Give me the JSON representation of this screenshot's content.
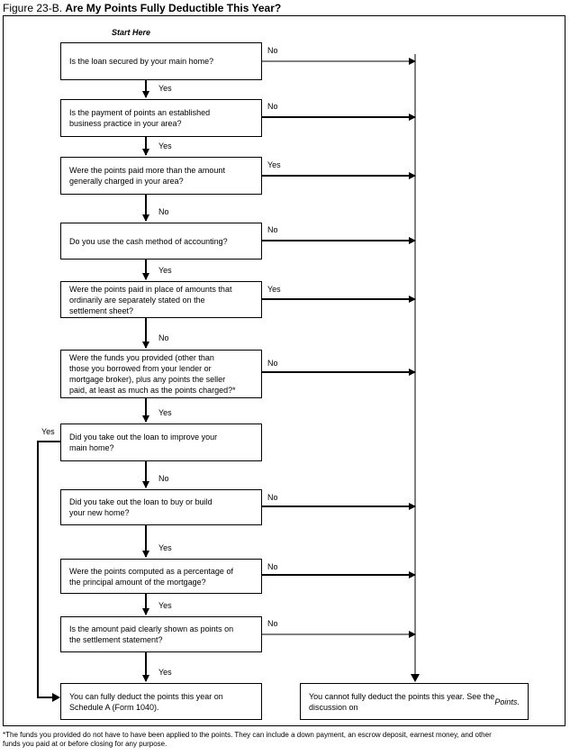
{
  "figure": {
    "number": "Figure 23-B.",
    "title": "Are My Points Fully Deductible This Year?"
  },
  "start_label": "Start Here",
  "questions": [
    {
      "text": "Is the loan secured by your main home?",
      "down": "Yes",
      "right": "No"
    },
    {
      "text": "Is the payment of points an established\nbusiness practice in your area?",
      "down": "Yes",
      "right": "No"
    },
    {
      "text": "Were the points paid more than the amount\ngenerally charged in your area?",
      "down": "No",
      "right": "Yes"
    },
    {
      "text": "Do you use the cash method of accounting?",
      "down": "Yes",
      "right": "No"
    },
    {
      "text": "Were the points paid in place of amounts that\nordinarily are separately stated on the\nsettlement sheet?",
      "down": "No",
      "right": "Yes"
    },
    {
      "text": "Were the funds you provided (other than\nthose you borrowed from your lender or\nmortgage broker), plus any points the seller\npaid, at least as much as the points charged?*",
      "down": "Yes",
      "right": "No"
    },
    {
      "text": "Did you take out the loan to improve your\nmain home?",
      "down": "No",
      "left": "Yes"
    },
    {
      "text": "Did you take out the loan to buy or build\nyour new home?",
      "down": "Yes",
      "right": "No"
    },
    {
      "text": "Were the points computed as a percentage of\nthe principal amount of the mortgage?",
      "down": "Yes",
      "right": "No"
    },
    {
      "text": "Is the amount paid clearly shown as points on\nthe settlement statement?",
      "down": "Yes",
      "right": "No"
    }
  ],
  "outcomes": {
    "deduct": "You can fully deduct the points this year on\nSchedule A (Form 1040).",
    "cannot_prefix": "You cannot fully deduct the points this year. See the\ndiscussion on ",
    "cannot_emph": "Points",
    "cannot_suffix": "."
  },
  "footnote": "*The funds you provided do not have to have been applied to the points. They can include a down payment, an escrow deposit, earnest money, and other\nfunds you paid at or before closing for any purpose."
}
